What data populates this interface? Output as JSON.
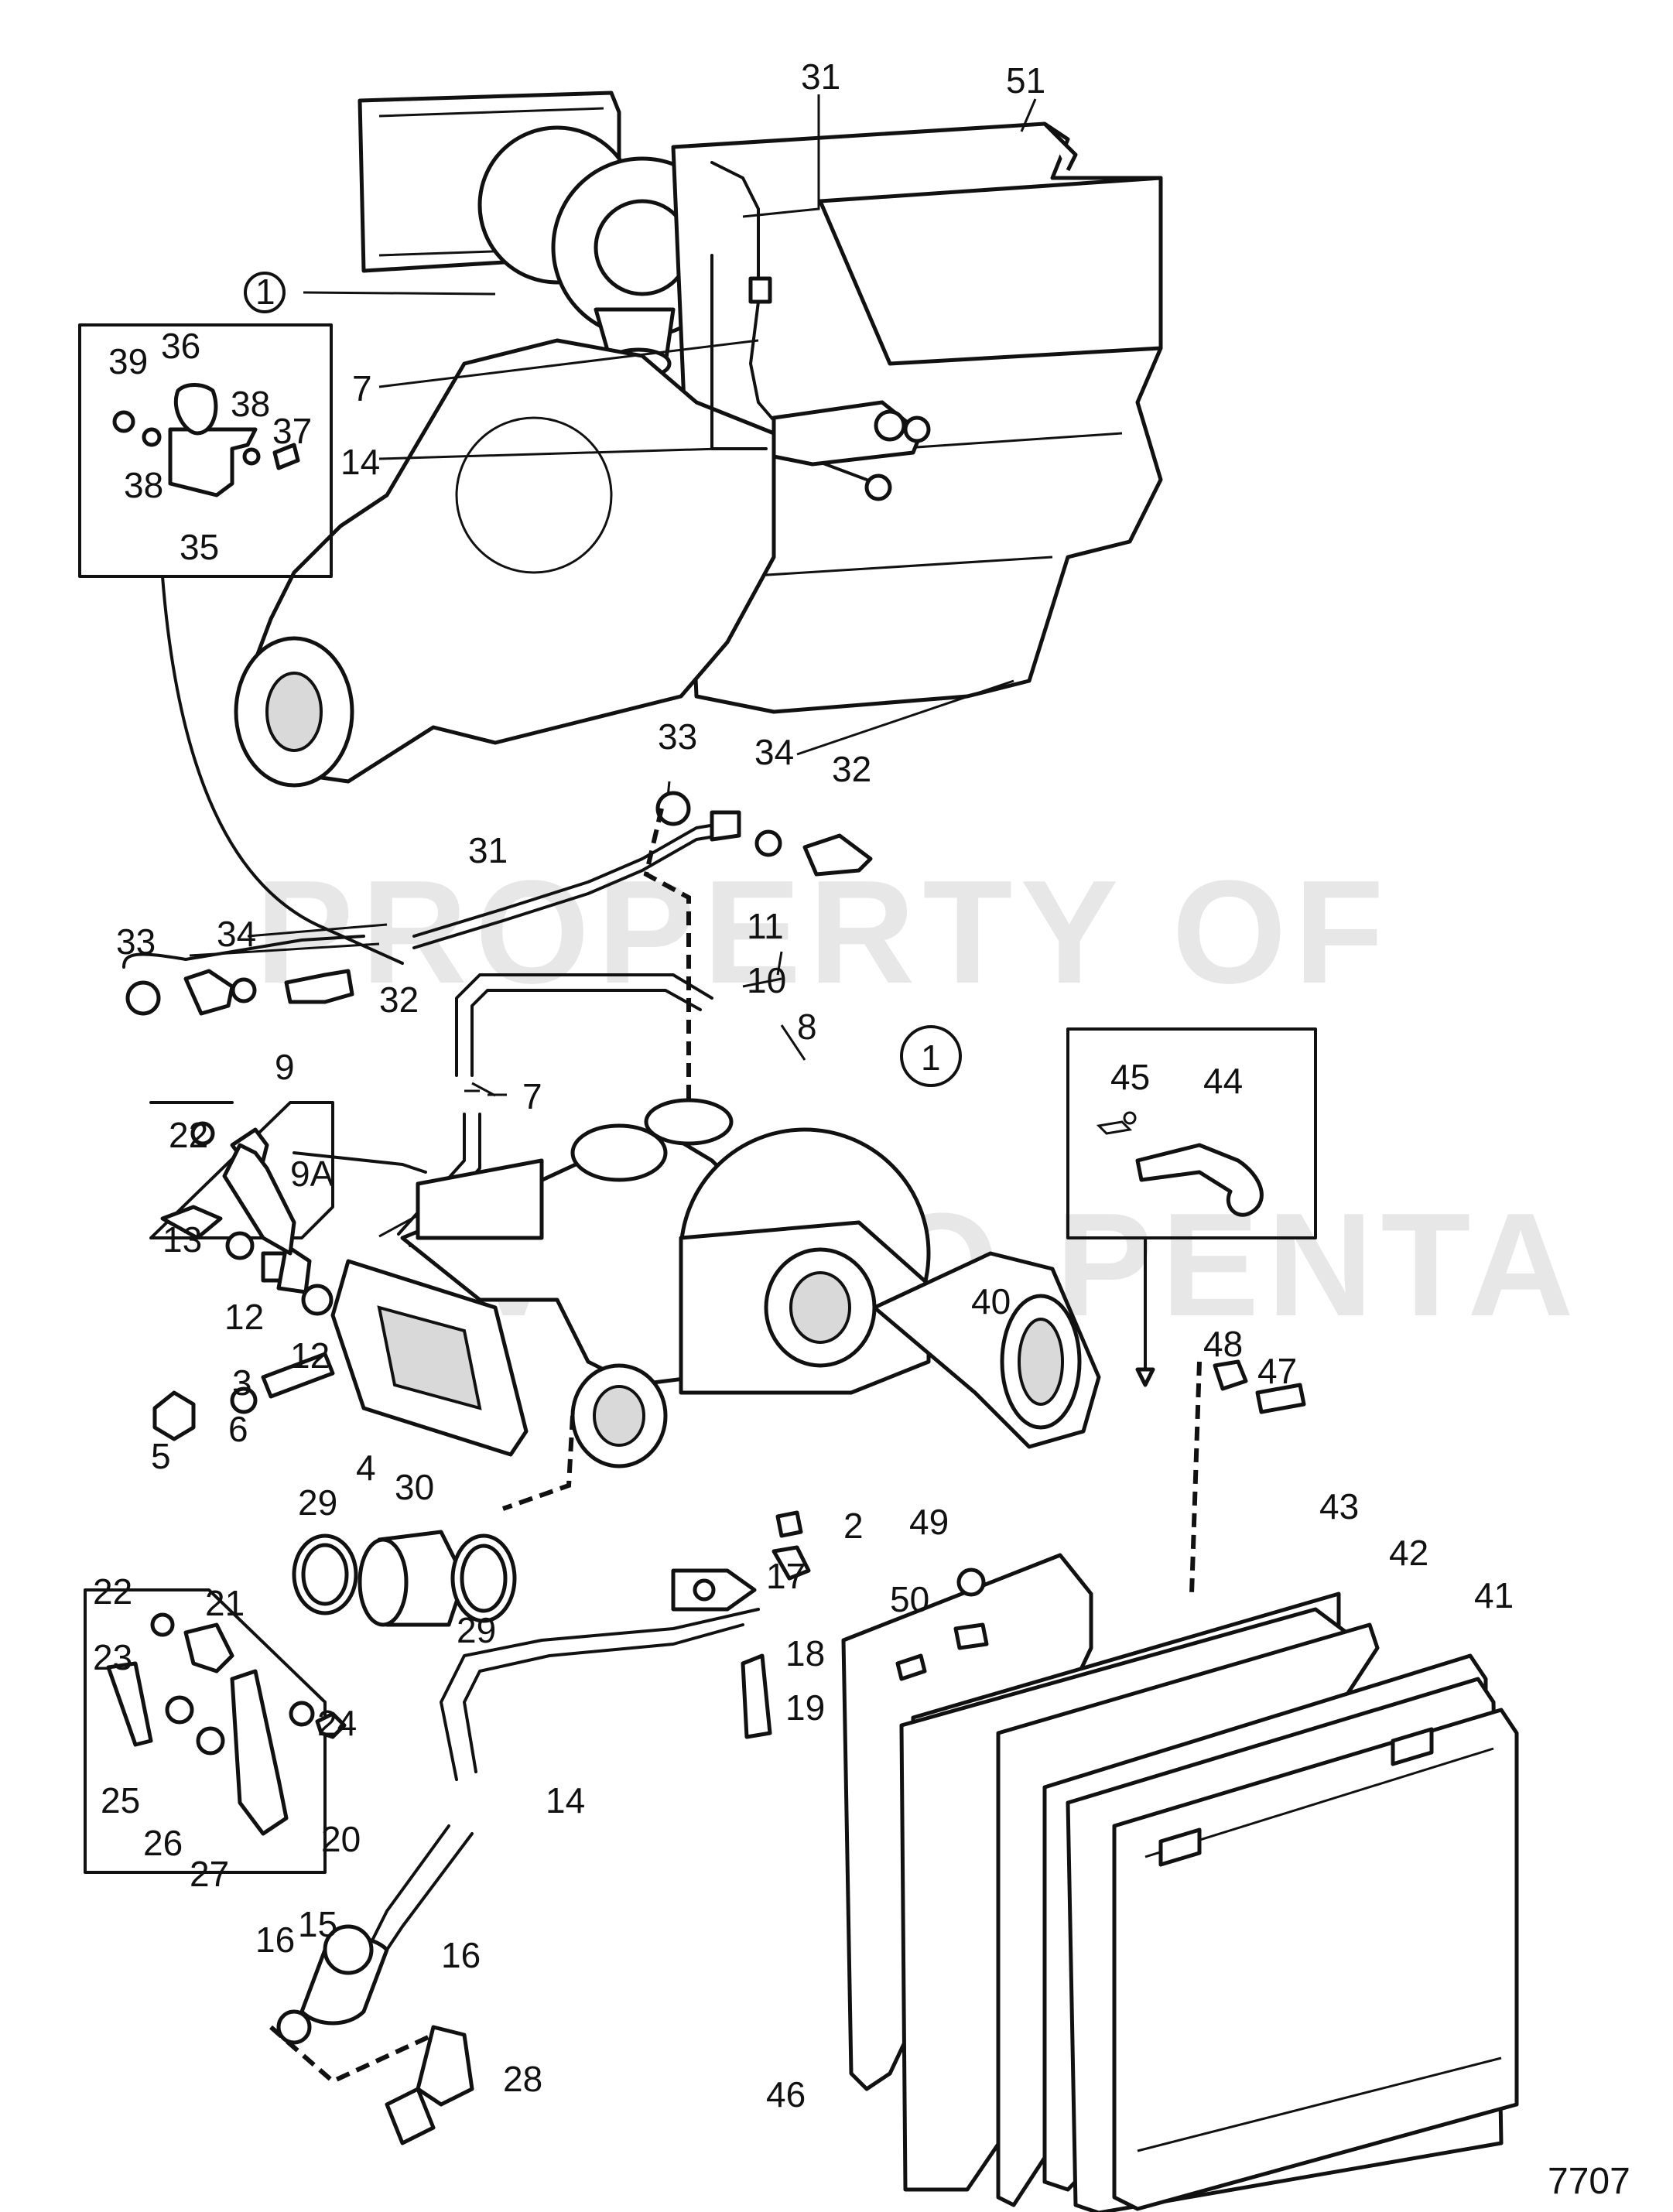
{
  "watermark": {
    "line1": "PROPERTY OF",
    "line2": "VOLVO PENTA"
  },
  "drawing_code": "7707",
  "callouts": [
    {
      "id": "c31a",
      "text": "31"
    },
    {
      "id": "c51",
      "text": "51"
    },
    {
      "id": "c1a",
      "text": "1"
    },
    {
      "id": "c39",
      "text": "39"
    },
    {
      "id": "c36",
      "text": "36"
    },
    {
      "id": "c38a",
      "text": "38"
    },
    {
      "id": "c37",
      "text": "37"
    },
    {
      "id": "c38b",
      "text": "38"
    },
    {
      "id": "c35",
      "text": "35"
    },
    {
      "id": "c7a",
      "text": "7"
    },
    {
      "id": "c14a",
      "text": "14"
    },
    {
      "id": "c33a",
      "text": "33"
    },
    {
      "id": "c34a",
      "text": "34"
    },
    {
      "id": "c32a",
      "text": "32"
    },
    {
      "id": "c31b",
      "text": "31"
    },
    {
      "id": "c11",
      "text": "11"
    },
    {
      "id": "c10",
      "text": "10"
    },
    {
      "id": "c33b",
      "text": "33"
    },
    {
      "id": "c34b",
      "text": "34"
    },
    {
      "id": "c32b",
      "text": "32"
    },
    {
      "id": "c8",
      "text": "8"
    },
    {
      "id": "c9",
      "text": "9"
    },
    {
      "id": "c22a",
      "text": "22"
    },
    {
      "id": "c9a",
      "text": "9A"
    },
    {
      "id": "c7b",
      "text": "7"
    },
    {
      "id": "c1b",
      "text": "1"
    },
    {
      "id": "c45",
      "text": "45"
    },
    {
      "id": "c44",
      "text": "44"
    },
    {
      "id": "c13",
      "text": "13"
    },
    {
      "id": "c12a",
      "text": "12"
    },
    {
      "id": "c12b",
      "text": "12"
    },
    {
      "id": "c3",
      "text": "3"
    },
    {
      "id": "c4",
      "text": "4"
    },
    {
      "id": "c6",
      "text": "6"
    },
    {
      "id": "c5",
      "text": "5"
    },
    {
      "id": "c40",
      "text": "40"
    },
    {
      "id": "c48",
      "text": "48"
    },
    {
      "id": "c47",
      "text": "47"
    },
    {
      "id": "c29a",
      "text": "29"
    },
    {
      "id": "c30",
      "text": "30"
    },
    {
      "id": "c29b",
      "text": "29"
    },
    {
      "id": "c2",
      "text": "2"
    },
    {
      "id": "c49",
      "text": "49"
    },
    {
      "id": "c43",
      "text": "43"
    },
    {
      "id": "c42",
      "text": "42"
    },
    {
      "id": "c41",
      "text": "41"
    },
    {
      "id": "c17",
      "text": "17"
    },
    {
      "id": "c50",
      "text": "50"
    },
    {
      "id": "c22b",
      "text": "22"
    },
    {
      "id": "c21",
      "text": "21"
    },
    {
      "id": "c23",
      "text": "23"
    },
    {
      "id": "c18",
      "text": "18"
    },
    {
      "id": "c19",
      "text": "19"
    },
    {
      "id": "c24",
      "text": "24"
    },
    {
      "id": "c25",
      "text": "25"
    },
    {
      "id": "c14b",
      "text": "14"
    },
    {
      "id": "c26",
      "text": "26"
    },
    {
      "id": "c27",
      "text": "27"
    },
    {
      "id": "c20",
      "text": "20"
    },
    {
      "id": "c15",
      "text": "15"
    },
    {
      "id": "c16a",
      "text": "16"
    },
    {
      "id": "c16b",
      "text": "16"
    },
    {
      "id": "c46",
      "text": "46"
    },
    {
      "id": "c28",
      "text": "28"
    }
  ]
}
